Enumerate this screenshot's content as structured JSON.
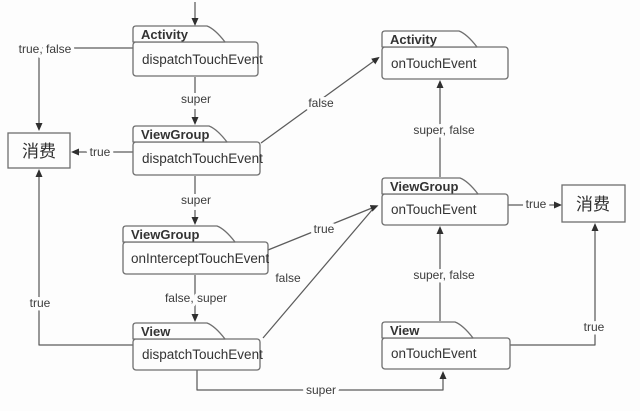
{
  "diagram": {
    "nodes": {
      "activity_dispatch": {
        "title": "Activity",
        "method": "dispatchTouchEvent"
      },
      "viewgroup_dispatch": {
        "title": "ViewGroup",
        "method": "dispatchTouchEvent"
      },
      "viewgroup_intercept": {
        "title": "ViewGroup",
        "method": "onInterceptTouchEvent"
      },
      "view_dispatch": {
        "title": "View",
        "method": "dispatchTouchEvent"
      },
      "activity_ontouch": {
        "title": "Activity",
        "method": "onTouchEvent"
      },
      "viewgroup_ontouch": {
        "title": "ViewGroup",
        "method": "onTouchEvent"
      },
      "view_ontouch": {
        "title": "View",
        "method": "onTouchEvent"
      },
      "consume_left": {
        "label": "消费"
      },
      "consume_right": {
        "label": "消费"
      }
    },
    "labels": {
      "true_false_to_consume": "true, false",
      "super_activity_to_vg": "super",
      "super_vg_to_intercept": "super",
      "false_super_to_view": "false, super",
      "true_vgdispatch_to_consume": "true",
      "true_viewdispatch_to_consume": "true",
      "false_vgdispatch_to_activity": "false",
      "true_intercept_to_vgontouch": "true",
      "false_viewdispatch_to_vgontouch": "false",
      "super_false_vg_to_activity": "super, false",
      "super_false_view_to_vg": "super, false",
      "true_vgontouch_to_consume": "true",
      "true_viewontouch_to_consume": "true",
      "super_viewdispatch_to_viewontouch": "super"
    },
    "colors": {
      "line": "#5c5c5c",
      "box_border": "#6f6f6f",
      "text": "#333333",
      "background": "#fdfdfd"
    }
  }
}
